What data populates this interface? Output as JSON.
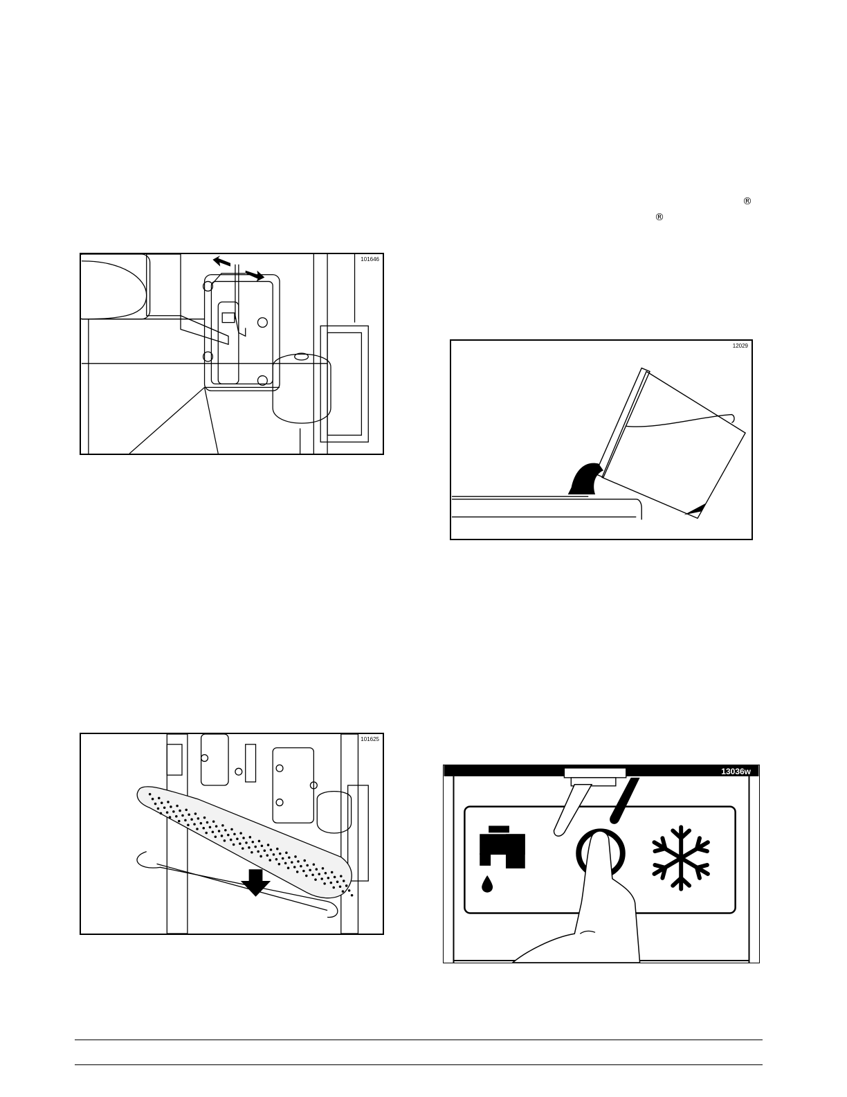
{
  "figures": {
    "fig1": {
      "id": "101646"
    },
    "fig2": {
      "id": "101625"
    },
    "fig3": {
      "id": "12029"
    },
    "fig4": {
      "id": "13036w"
    }
  },
  "marks": {
    "registered": "®"
  }
}
